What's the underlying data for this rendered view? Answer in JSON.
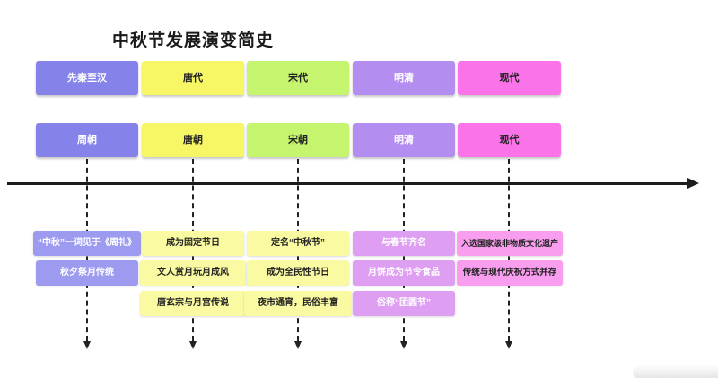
{
  "title": "中秋节发展演变简史",
  "colors": {
    "blue_header": "#8583ea",
    "blue_detail": "#9d9bf0",
    "yellow_header": "#f7f766",
    "yellow_detail": "#fafaa2",
    "green_header": "#c5f46e",
    "purple_header": "#b48df0",
    "purple_detail": "#de9ef2",
    "pink_header": "#fa73e9",
    "pink_detail": "#f99def",
    "axis": "#1c1c1c"
  },
  "columns": [
    {
      "era_top": "先秦至汉",
      "era_bottom": "周朝",
      "items": [
        "“中秋”一词见于《周礼》",
        "秋夕祭月传统"
      ]
    },
    {
      "era_top": "唐代",
      "era_bottom": "唐朝",
      "items": [
        "成为固定节日",
        "文人赏月玩月成风",
        "唐玄宗与月宫传说"
      ]
    },
    {
      "era_top": "宋代",
      "era_bottom": "宋朝",
      "items": [
        "定名“中秋节”",
        "成为全民性节日",
        "夜市通宵，民俗丰富"
      ]
    },
    {
      "era_top": "明清",
      "era_bottom": "明清",
      "items": [
        "与春节齐名",
        "月饼成为节令食品",
        "俗称“团圆节”"
      ]
    },
    {
      "era_top": "现代",
      "era_bottom": "现代",
      "items": [
        "入选国家级非物质文化遗产",
        "传统与现代庆祝方式并存"
      ]
    }
  ]
}
